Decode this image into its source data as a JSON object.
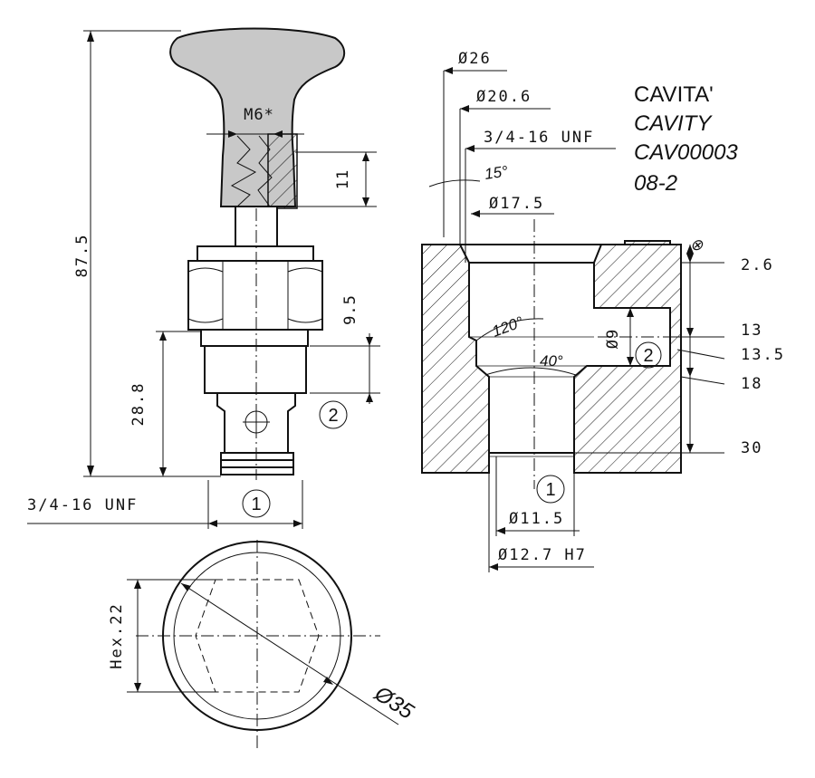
{
  "title": {
    "line1": "CAVITA'",
    "line2": "CAVITY",
    "line3": "CAV00003",
    "line4": "08-2"
  },
  "valve_dims": {
    "overall_length": "87.5",
    "m6": "M6*",
    "eleven": "11",
    "nine_five": "9.5",
    "twenty_eight": "28.8",
    "thread": "3/4-16 UNF",
    "hex": "Hex.22",
    "dia35": "Ø35"
  },
  "cavity_dims": {
    "d26": "Ø26",
    "d20_6": "Ø20.6",
    "thread": "3/4-16 UNF",
    "angle15": "15°",
    "d17_5": "Ø17.5",
    "angle120": "120°",
    "d9": "Ø9",
    "angle40": "40°",
    "depth_2_6": "2.6",
    "depth_13": "13",
    "depth_13_5": "13.5",
    "depth_18": "18",
    "depth_30": "30",
    "d11_5": "Ø11.5",
    "d12_7": "Ø12.7 H7"
  },
  "ports": {
    "p1": "1",
    "p2": "2"
  }
}
